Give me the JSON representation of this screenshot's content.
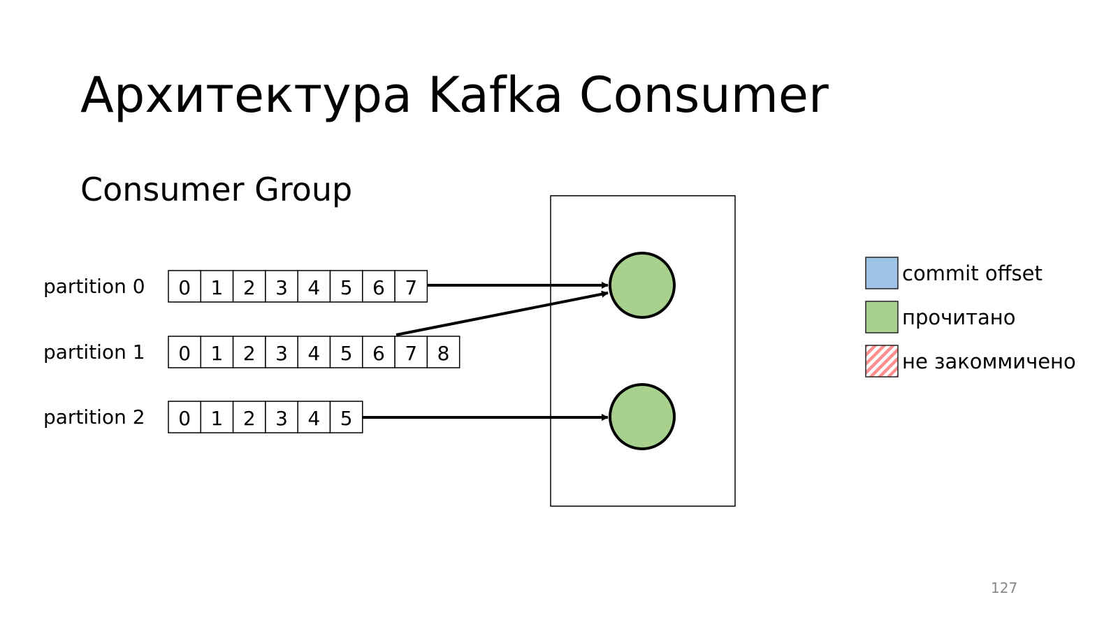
{
  "slide": {
    "title": "Архитектура Kafka Consumer",
    "subtitle": "Consumer Group",
    "page_number": "127"
  },
  "partitions": [
    {
      "label": "partition 0",
      "offsets": [
        "0",
        "1",
        "2",
        "3",
        "4",
        "5",
        "6",
        "7"
      ]
    },
    {
      "label": "partition 1",
      "offsets": [
        "0",
        "1",
        "2",
        "3",
        "4",
        "5",
        "6",
        "7",
        "8"
      ]
    },
    {
      "label": "partition 2",
      "offsets": [
        "0",
        "1",
        "2",
        "3",
        "4",
        "5"
      ]
    }
  ],
  "legend": [
    {
      "label": "commit offset",
      "color": "#9dc3e6"
    },
    {
      "label": "прочитано",
      "color": "#a9d18e"
    },
    {
      "label": "не закоммичено",
      "color": "#ff8f8f"
    }
  ],
  "consumer_color": "#a9d18e"
}
